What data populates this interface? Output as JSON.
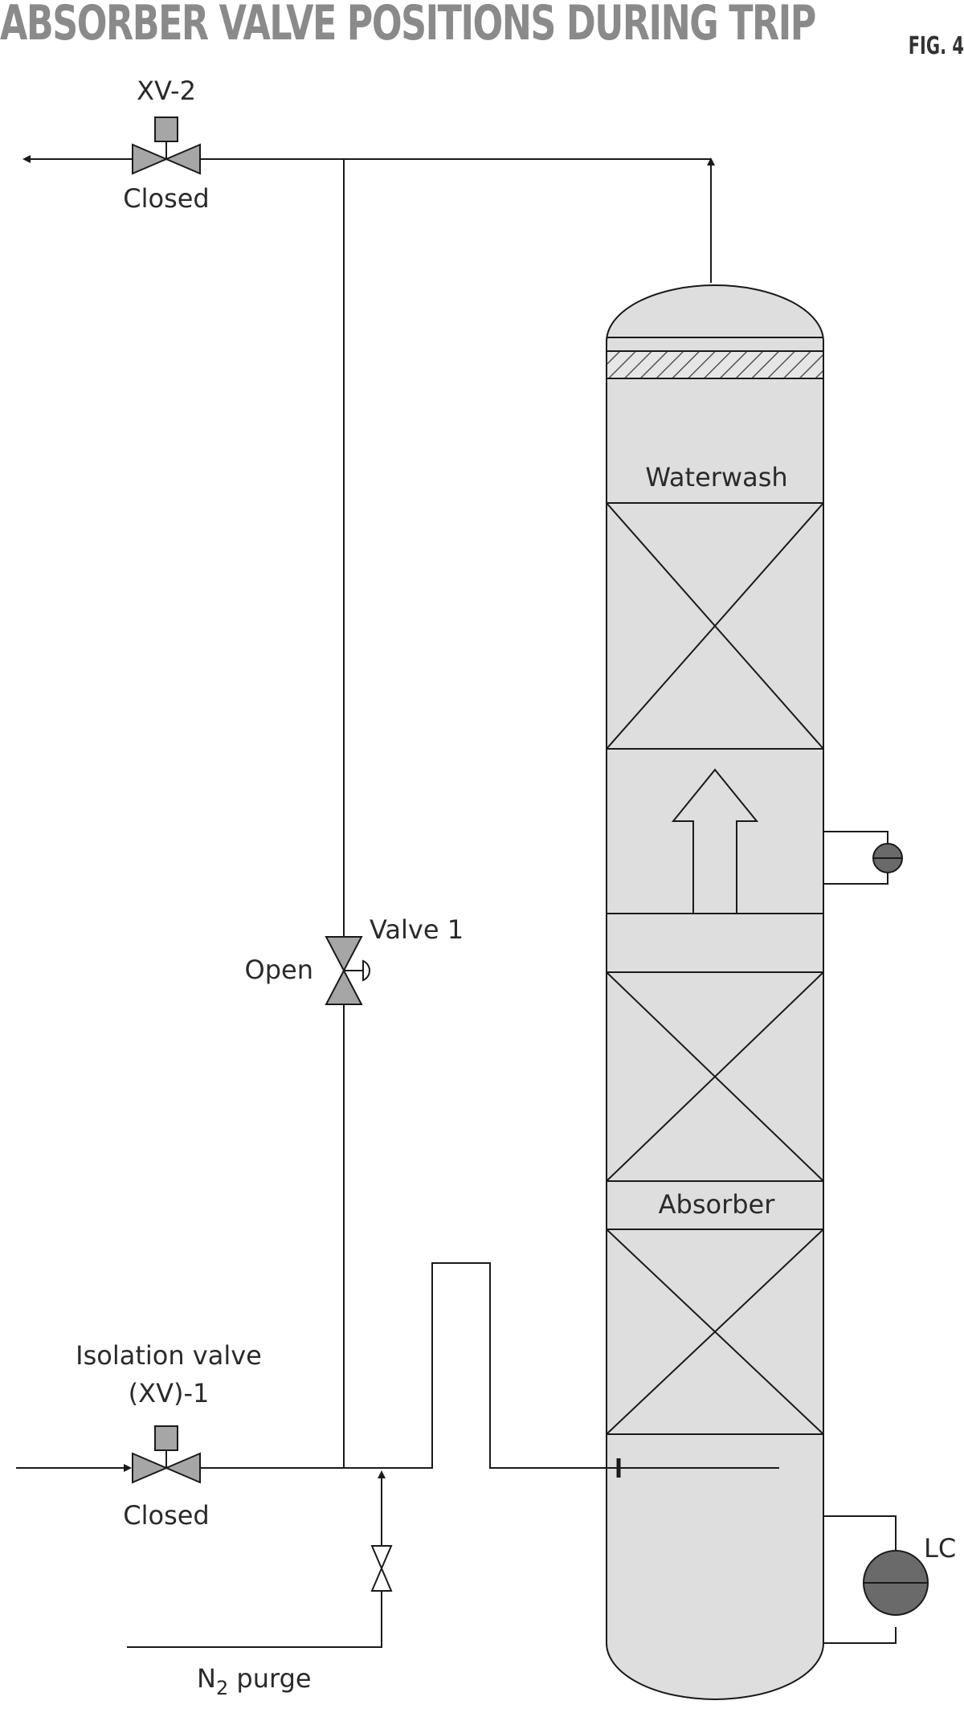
{
  "header": {
    "title": "ABSORBER VALVE POSITIONS DURING TRIP",
    "figure": "FIG. 4"
  },
  "column": {
    "section_top": "Waterwash",
    "section_mid": "Absorber",
    "level_controller": "LC"
  },
  "valves": {
    "xv2": {
      "name": "XV-2",
      "state": "Closed"
    },
    "valve1": {
      "name": "Valve 1",
      "state": "Open"
    },
    "xv1": {
      "name_line1": "Isolation valve",
      "name_line2": "(XV)-1",
      "state": "Closed"
    }
  },
  "purge": {
    "prefix": "N",
    "subscript": "2",
    "suffix": " purge"
  },
  "colors": {
    "vessel_fill": "#dedede",
    "line": "#1a1a1a",
    "valve_fill": "#a6a6a6",
    "title": "#8a8a8a"
  }
}
